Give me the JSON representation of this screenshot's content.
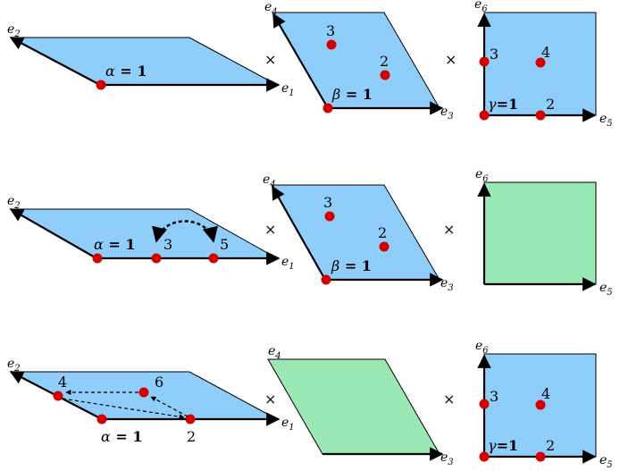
{
  "colors": {
    "blue_fill": "#8fcdfa",
    "green_fill": "#9ae8b3",
    "point": "#d40000",
    "stroke": "#000000"
  },
  "axis_labels": {
    "e1": "e",
    "e1_sub": "1",
    "e2": "e",
    "e2_sub": "2",
    "e3": "e",
    "e3_sub": "3",
    "e4": "e",
    "e4_sub": "4",
    "e5": "e",
    "e5_sub": "5",
    "e6": "e",
    "e6_sub": "6"
  },
  "operator": "×",
  "rows": [
    {
      "alpha": {
        "symbol": "α",
        "eq": " = 1"
      },
      "plane1_points": [
        "1"
      ],
      "beta": {
        "symbol": "β",
        "eq": " = 1"
      },
      "plane2_points": [
        "3",
        "2"
      ],
      "gamma": {
        "symbol": "γ",
        "eq": "=1"
      },
      "plane3_points": [
        "3",
        "4",
        "2"
      ]
    },
    {
      "alpha": {
        "symbol": "α",
        "eq": " = 1"
      },
      "plane1_points": [
        "3",
        "5"
      ],
      "beta": {
        "symbol": "β",
        "eq": " = 1"
      },
      "plane2_points": [
        "3",
        "2"
      ],
      "plane3_points": []
    },
    {
      "alpha": {
        "symbol": "α",
        "eq": " = 1"
      },
      "plane1_points": [
        "4",
        "6",
        "2"
      ],
      "plane2_points": [],
      "gamma": {
        "symbol": "γ",
        "eq": "=1"
      },
      "plane3_points": [
        "3",
        "4",
        "2"
      ]
    }
  ]
}
